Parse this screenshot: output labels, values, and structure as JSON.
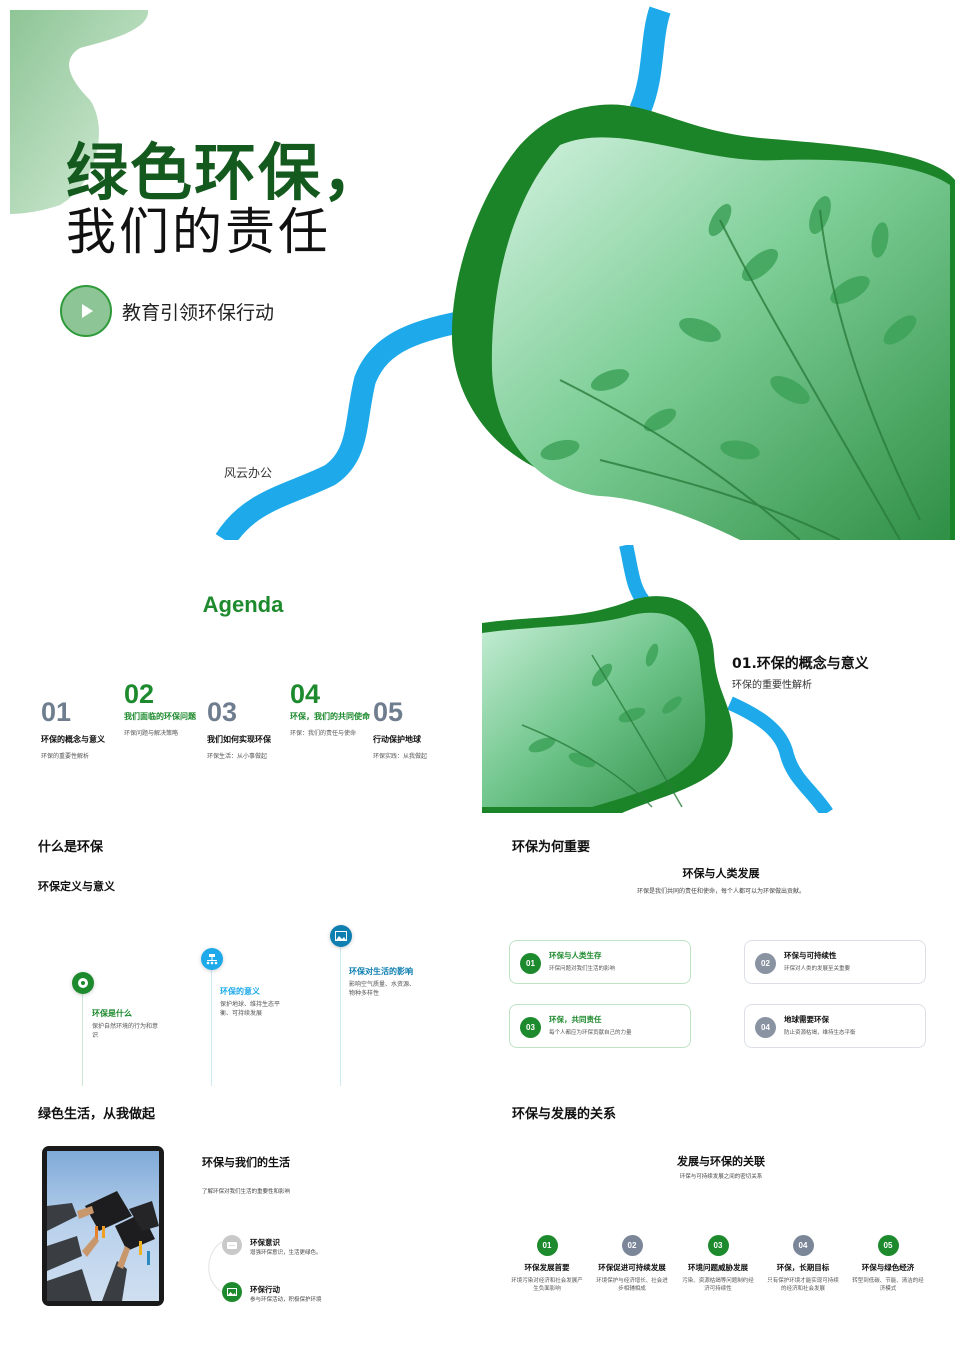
{
  "colors": {
    "green_dark": "#145a1e",
    "green": "#1e8a2e",
    "green_light": "#8ec596",
    "blue": "#1eaaea",
    "blue_dark": "#0e7fb0",
    "grey_num": "#6f7e8f",
    "grey_circle": "#8a93a2"
  },
  "cover": {
    "title_line1": "绿色环保，",
    "title_line2": "我们的责任",
    "play_icon": "play-icon",
    "subtitle": "教育引领环保行动",
    "brand": "风云办公"
  },
  "agenda": {
    "title": "Agenda",
    "items": [
      {
        "num": "01",
        "title": "环保的概念与意义",
        "desc": "环保的重要性解析",
        "highlight": false
      },
      {
        "num": "02",
        "title": "我们面临的环保问题",
        "desc": "环保问题与解决策略",
        "highlight": true
      },
      {
        "num": "03",
        "title": "我们如何实现环保",
        "desc": "环保生活：从小事做起",
        "highlight": false
      },
      {
        "num": "04",
        "title": "环保，我们的共同使命",
        "desc": "环保：我们的责任与使命",
        "highlight": true
      },
      {
        "num": "05",
        "title": "行动保护地球",
        "desc": "环保实践：从我做起",
        "highlight": false
      }
    ]
  },
  "section": {
    "title": "01.环保的概念与意义",
    "subtitle": "环保的重要性解析"
  },
  "what": {
    "title": "什么是环保",
    "subtitle": "环保定义与意义",
    "timeline": [
      {
        "icon": "target-icon",
        "title": "环保是什么",
        "desc": "保护自然环境的行为和意识",
        "color": "#1e8a2e"
      },
      {
        "icon": "hierarchy-icon",
        "title": "环保的意义",
        "desc": "保护地球、维持生态平衡、可持续发展",
        "color": "#1eaaea"
      },
      {
        "icon": "image-icon",
        "title": "环保对生活的影响",
        "desc": "影响空气质量、水资源、物种多样性",
        "color": "#0e7fb0"
      }
    ]
  },
  "why": {
    "title": "环保为何重要",
    "heading": "环保与人类发展",
    "intro": "环保是我们共同的责任和使命，每个人都可以为环保做出贡献。",
    "cards": [
      {
        "num": "01",
        "title": "环保与人类生存",
        "desc": "环保问题对我们生活的影响",
        "style": "green"
      },
      {
        "num": "02",
        "title": "环保与可持续性",
        "desc": "环保对人类的发展至关重要",
        "style": "grey"
      },
      {
        "num": "03",
        "title": "环保，共同责任",
        "desc": "每个人都应为环保贡献自己的力量",
        "style": "green"
      },
      {
        "num": "04",
        "title": "地球需要环保",
        "desc": "防止资源枯竭，维持生态平衡",
        "style": "grey"
      }
    ]
  },
  "green_life": {
    "title": "绿色生活，从我做起",
    "heading": "环保与我们的生活",
    "intro": "了解环保对我们生活的重要性和影响",
    "image_alt": "graduation-caps-photo",
    "points": [
      {
        "icon": "chat-icon",
        "title": "环保意识",
        "desc": "增强环保意识，生活更绿色。",
        "color": "#c9c9c9"
      },
      {
        "icon": "image-icon",
        "title": "环保行动",
        "desc": "参与环保活动，积极保护环境",
        "color": "#1e8a2e"
      }
    ]
  },
  "dev": {
    "title": "环保与发展的关系",
    "heading": "发展与环保的关联",
    "intro": "环保与可持续发展之间的密切关系",
    "steps": [
      {
        "num": "01",
        "title": "环保发展首要",
        "desc": "环境污染对经济和社会发展产生负面影响",
        "color": "#1e8a2e"
      },
      {
        "num": "02",
        "title": "环保促进可持续发展",
        "desc": "环境保护与经济增长、社会进步相辅相成",
        "color": "#7b8798"
      },
      {
        "num": "03",
        "title": "环境问题威胁发展",
        "desc": "污染、资源枯竭等问题制约经济可持续性",
        "color": "#1e8a2e"
      },
      {
        "num": "04",
        "title": "环保，长期目标",
        "desc": "只有保护环境才能实现可持续的经济和社会发展",
        "color": "#7b8798"
      },
      {
        "num": "05",
        "title": "环保与绿色经济",
        "desc": "转型到低碳、节能、清洁的经济模式",
        "color": "#1e8a2e"
      }
    ]
  }
}
